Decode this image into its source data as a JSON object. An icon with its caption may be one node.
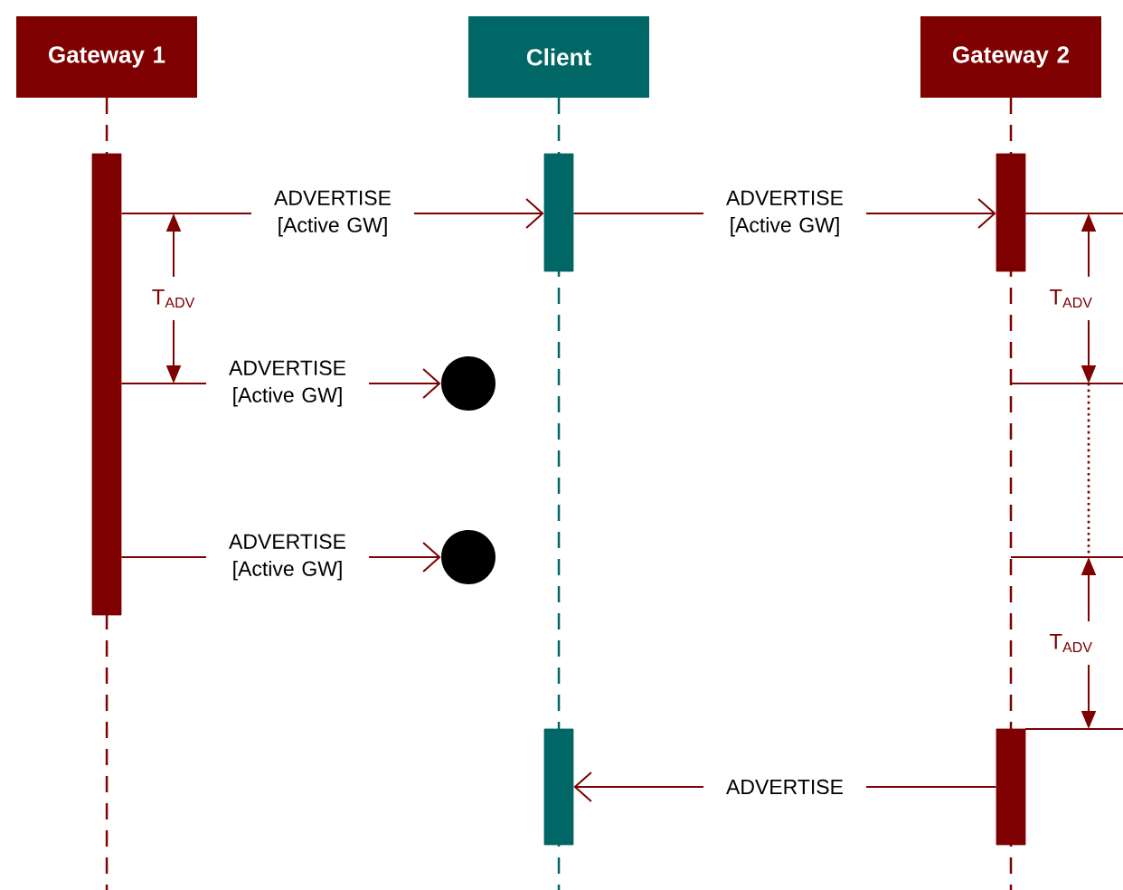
{
  "diagram": {
    "nodes": [
      {
        "text": [
          "Gateway 1"
        ]
      },
      {
        "text": [
          "Client"
        ]
      },
      {
        "text": [
          "Gateway 2"
        ]
      },
      {
        "text": [],
        "shape": "bar"
      },
      {
        "text": [],
        "shape": "bar"
      },
      {
        "text": [],
        "shape": "bar"
      },
      {
        "text": [],
        "shape": "circle"
      },
      {
        "text": [],
        "shape": "circle"
      },
      {
        "text": [],
        "shape": "bar"
      },
      {
        "text": [],
        "shape": "bar"
      }
    ],
    "edges": [
      {
        "from": 3,
        "to": 4,
        "arrow": "to",
        "label": "ADVERTISE [Active GW]"
      },
      {
        "from": 4,
        "to": 5,
        "arrow": "to",
        "label": "ADVERTISE [Active GW]"
      },
      {
        "from": 3,
        "to": 6,
        "arrow": "to",
        "label": "ADVERTISE [Active GW]"
      },
      {
        "from": 3,
        "to": 7,
        "arrow": "to",
        "label": "ADVERTISE [Active GW]"
      },
      {
        "from": 9,
        "to": 8,
        "arrow": "to",
        "label": "ADVERTISE"
      }
    ],
    "labels": [
      "T$_{ADV}$",
      "T$_{ADV}$",
      "T$_{ADV}$"
    ]
  }
}
